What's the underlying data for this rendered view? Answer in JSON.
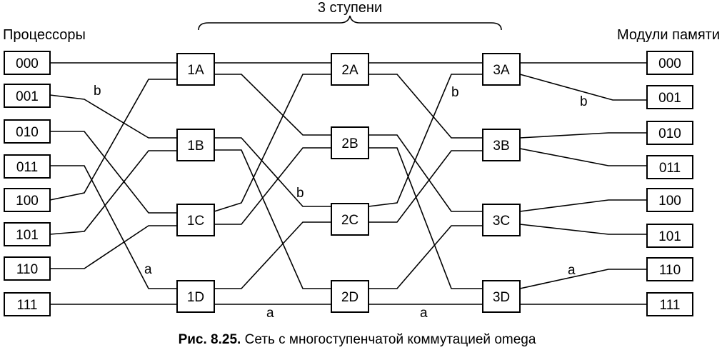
{
  "header": {
    "stages": "3 ступени",
    "processors": "Процессоры",
    "memory_modules": "Модули памяти"
  },
  "processors": [
    "000",
    "001",
    "010",
    "011",
    "100",
    "101",
    "110",
    "111"
  ],
  "memory_modules": [
    "000",
    "001",
    "010",
    "011",
    "100",
    "101",
    "110",
    "111"
  ],
  "switches": [
    [
      "1A",
      "1B",
      "1C",
      "1D"
    ],
    [
      "2A",
      "2B",
      "2C",
      "2D"
    ],
    [
      "3A",
      "3B",
      "3C",
      "3D"
    ]
  ],
  "path_labels": {
    "b1": "b",
    "b2": "b",
    "b3": "b",
    "b4": "b",
    "a1": "a",
    "a2": "a",
    "a3": "a",
    "a4": "a"
  },
  "caption": {
    "prefix": "Рис. 8.25.",
    "text": " Сеть с многоступенчатой коммутацией omega"
  },
  "colors": {
    "line": "#000000",
    "background": "#ffffff"
  }
}
